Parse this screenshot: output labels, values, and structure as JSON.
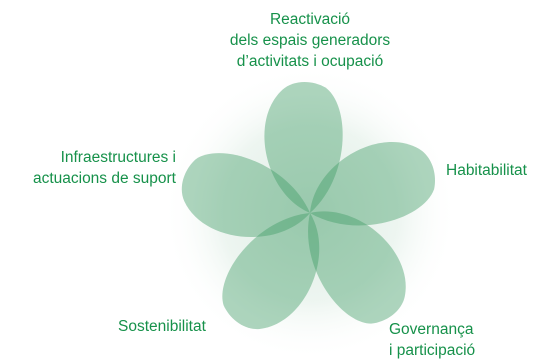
{
  "diagram": {
    "labels": {
      "reactivacio": {
        "line1": "Reactivació",
        "line2": "dels espais generadors",
        "line3": "d’activitats i ocupació"
      },
      "habitabilitat": {
        "line1": "Habitabilitat"
      },
      "governanca": {
        "line1": "Governança",
        "line2": "i participació"
      },
      "sostenibilitat": {
        "line1": "Sostenibilitat"
      },
      "infraestructures": {
        "line1": "Infraestructures i",
        "line2": "actuacions de suport"
      }
    },
    "colors": {
      "label_text": "#16914a",
      "petal_fill": "#3f9a63",
      "halo": "#e4efe8"
    }
  }
}
